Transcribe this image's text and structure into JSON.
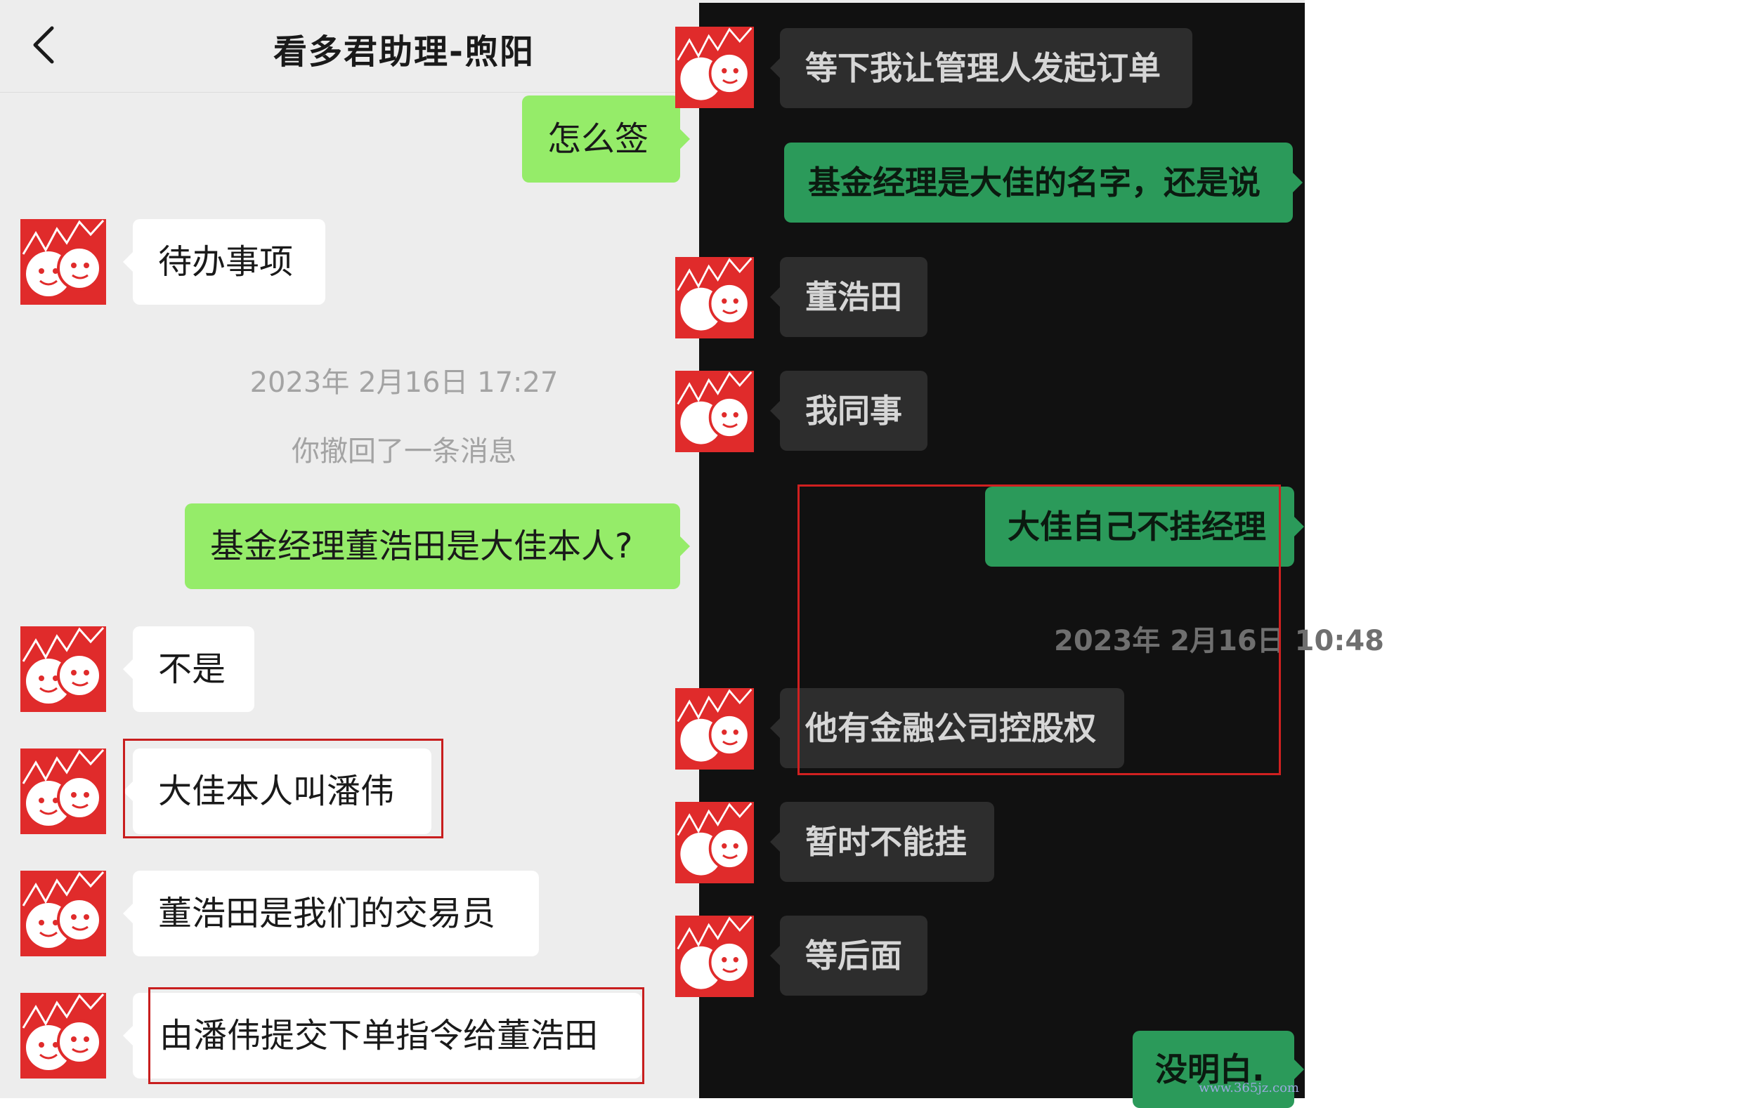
{
  "left": {
    "title": "看多君助理-煦阳",
    "messages": [
      {
        "side": "me",
        "text": "怎么签"
      },
      {
        "side": "them",
        "text": "待办事项"
      },
      {
        "side": "them",
        "text": "不是"
      },
      {
        "side": "them",
        "text": "大佳本人叫潘伟"
      },
      {
        "side": "them",
        "text": "董浩田是我们的交易员"
      },
      {
        "side": "them",
        "text": "由潘伟提交下单指令给董浩田"
      }
    ],
    "timestamp": "2023年 2月16日 17:27",
    "recall_notice": "你撤回了一条消息",
    "question": "基金经理董浩田是大佳本人?"
  },
  "right": {
    "messages": [
      {
        "side": "them",
        "text": "等下我让管理人发起订单"
      },
      {
        "side": "me",
        "text": "基金经理是大佳的名字，还是说"
      },
      {
        "side": "them",
        "text": "董浩田"
      },
      {
        "side": "them",
        "text": "我同事"
      },
      {
        "side": "me",
        "text": "大佳自己不挂经理"
      },
      {
        "side": "them",
        "text": "他有金融公司控股权"
      },
      {
        "side": "them",
        "text": "暂时不能挂"
      },
      {
        "side": "them",
        "text": "等后面"
      },
      {
        "side": "me",
        "text": "没明白."
      }
    ],
    "timestamp": "2023年 2月16日 10:48",
    "watermark": "www.365jz.com"
  },
  "icons": {
    "back": "chevron-left-icon",
    "avatar": "chat-faces-logo-icon"
  },
  "colors": {
    "green_bubble": "#95ec69",
    "dark_green_bubble": "#2b9a5a",
    "highlight": "#c81e1e",
    "avatar_red": "#e02b2b"
  }
}
